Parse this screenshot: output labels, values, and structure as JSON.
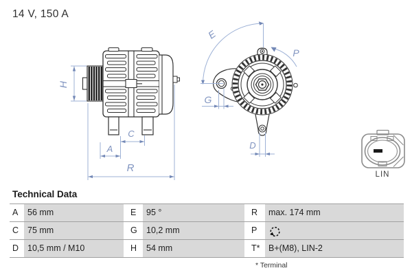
{
  "title": "14 V, 150 A",
  "diagram": {
    "dimension_labels": {
      "h": "H",
      "a": "A",
      "c": "C",
      "r": "R",
      "e": "E",
      "p": "P",
      "g": "G",
      "d": "D"
    },
    "connector": {
      "label": "LIN"
    },
    "colors": {
      "dimension_blue": "#9db1d6",
      "dimension_label_blue": "#8094c0",
      "drawing_dark": "#2e2e2e",
      "connector_gray": "#8a8a8a",
      "table_cell_gray": "#d9d9d9"
    }
  },
  "technical_data": {
    "heading": "Technical Data",
    "rows": [
      {
        "cells": [
          {
            "label": "A",
            "value": "56 mm"
          },
          {
            "label": "E",
            "value": "95 °"
          },
          {
            "label": "R",
            "value": "max. 174 mm"
          }
        ]
      },
      {
        "cells": [
          {
            "label": "C",
            "value": "75 mm"
          },
          {
            "label": "G",
            "value": "10,2 mm"
          },
          {
            "label": "P",
            "value": "",
            "icon": "rotation-direction-icon"
          }
        ]
      },
      {
        "cells": [
          {
            "label": "D",
            "value": "10,5 mm / M10"
          },
          {
            "label": "H",
            "value": "54 mm"
          },
          {
            "label": "T*",
            "value": "B+(M8), LIN-2"
          }
        ]
      }
    ],
    "footnote": "* Terminal"
  }
}
